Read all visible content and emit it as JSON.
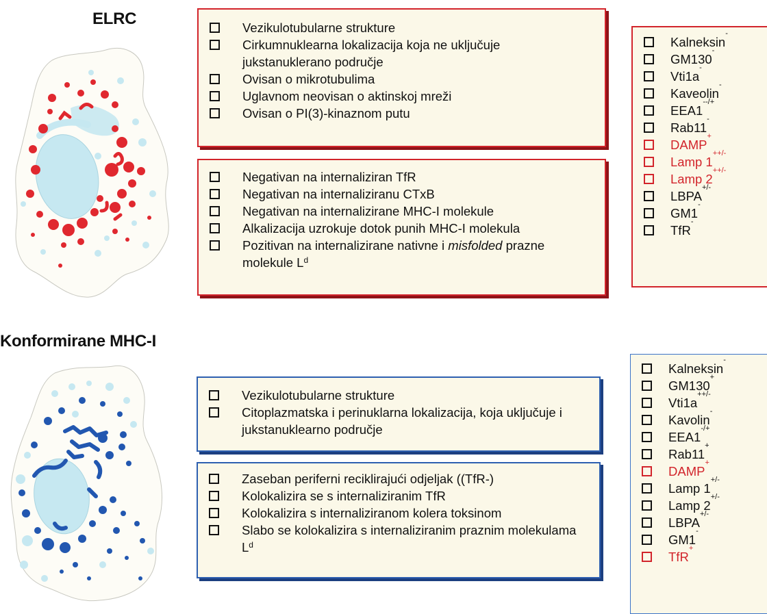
{
  "sections": {
    "elrc": {
      "title": "ELRC",
      "box1": [
        "Vezikulotubularne strukture",
        "Cirkumnuklearna lokalizacija koja ne uključuje jukstanuklerano područje",
        "Ovisan o mikrotubulima",
        "Uglavnom neovisan o aktinskoj mreži",
        "Ovisan o PI(3)-kinaznom putu"
      ],
      "box2": [
        "Negativan na internaliziran TfR",
        "Negativan na internaliziranu CTxB",
        "Negativan na internalizirane MHC-I molekule",
        "Alkalizacija uzrokuje dotok punih MHC-I molekula"
      ],
      "box2_last": {
        "before": "Pozitivan na internalizirane nativne i ",
        "italic": "misfolded",
        "after": " prazne molekule L",
        "sup": "d"
      },
      "markers": [
        {
          "name": "Kalneksin",
          "sign": "-",
          "red": false
        },
        {
          "name": "GM130",
          "sign": "-",
          "red": false
        },
        {
          "name": "Vti1a",
          "sign": "-",
          "red": false
        },
        {
          "name": "Kaveolin",
          "sign": "-",
          "red": false
        },
        {
          "name": "EEA1",
          "sign": "--/+",
          "red": false
        },
        {
          "name": "Rab11",
          "sign": "-",
          "red": false
        },
        {
          "name": "DAMP",
          "sign": "+",
          "red": true
        },
        {
          "name": "Lamp 1",
          "sign": "++/-",
          "red": true
        },
        {
          "name": "Lamp 2",
          "sign": "++/-",
          "red": true
        },
        {
          "name": "LBPA",
          "sign": "+/-",
          "red": false
        },
        {
          "name": "GM1",
          "sign": "-",
          "red": false
        },
        {
          "name": "TfR",
          "sign": "-",
          "red": false
        }
      ]
    },
    "mhc": {
      "title": "Konformirane MHC-I",
      "box1": [
        "Vezikulotubularne strukture",
        "Citoplazmatska i perinuklarna lokalizacija, koja uključuje i jukstanuklearno područje"
      ],
      "box2": [
        "Zaseban periferni reciklirajući odjeljak ((TfR-)",
        "Kolokalizira se s internaliziranim TfR",
        "Kolokalizira s internaliziranom kolera toksinom"
      ],
      "box2_last": {
        "before": "Slabo se kolokalizira s internaliziranim praznim molekulama L",
        "sup": "d"
      },
      "markers": [
        {
          "name": "Kalneksin",
          "sign": "-",
          "red": false
        },
        {
          "name": "GM130",
          "sign": "+",
          "red": false
        },
        {
          "name": "Vti1a",
          "sign": "++/-",
          "red": false
        },
        {
          "name": "Kavolin",
          "sign": "-",
          "red": false
        },
        {
          "name": "EEA1",
          "sign": "-/+",
          "red": false
        },
        {
          "name": "Rab11",
          "sign": "+",
          "red": false
        },
        {
          "name": "DAMP",
          "sign": "+",
          "red": true
        },
        {
          "name": "Lamp 1",
          "sign": "+/-",
          "red": false
        },
        {
          "name": "Lamp 2",
          "sign": "+/-",
          "red": false
        },
        {
          "name": "LBPA",
          "sign": "+/-",
          "red": false
        },
        {
          "name": "GM1",
          "sign": "-",
          "red": false
        },
        {
          "name": "TfR",
          "sign": "+",
          "red": true
        }
      ]
    }
  },
  "colors": {
    "red": "#d2242b",
    "blue": "#2d5fb0",
    "box_fill": "#fbf8e8",
    "nucleus": "#c6e8f1"
  }
}
